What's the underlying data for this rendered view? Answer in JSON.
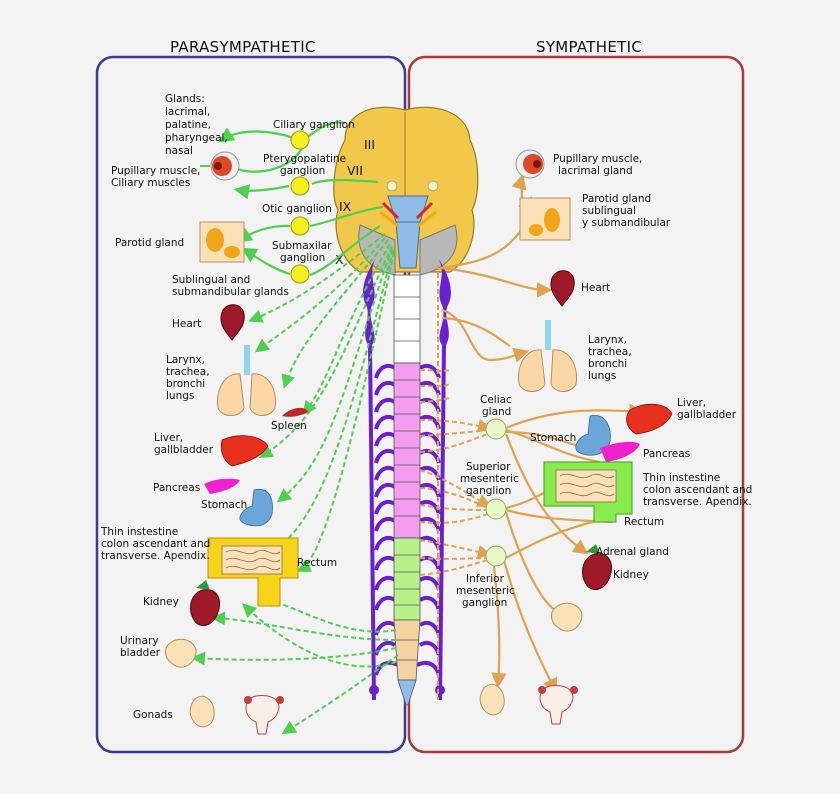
{
  "headers": {
    "parasympathetic": "PARASYMPATHETIC",
    "sympathetic": "SYMPATHETIC"
  },
  "cranial_nerves": [
    "III",
    "VII",
    "IX",
    "X"
  ],
  "parasympathetic": {
    "glands_1": "Glands:",
    "glands_2": "lacrimal,",
    "glands_3": "palatine,",
    "glands_4": "pharyngeal,",
    "glands_5": "nasal",
    "pupillary_1": "Pupillary muscle,",
    "pupillary_2": "Ciliary muscles",
    "parotid": "Parotid gland",
    "sublingual_1": "Sublingual and",
    "sublingual_2": "submandibular glands",
    "heart": "Heart",
    "larynx_1": "Larynx,",
    "larynx_2": "trachea,",
    "larynx_3": "bronchi",
    "larynx_4": "lungs",
    "spleen": "Spleen",
    "liver_1": "Liver,",
    "liver_2": "gallbladder",
    "pancreas": "Pancreas",
    "stomach": "Stomach",
    "intestine_1": "Thin instestine",
    "intestine_2": "colon ascendant and",
    "intestine_3": "transverse. Apendix.",
    "rectum": "Rectum",
    "kidney": "Kidney",
    "bladder_1": "Urinary",
    "bladder_2": "bladder",
    "gonads": "Gonads"
  },
  "ganglia_para": {
    "ciliary": "Ciliary ganglion",
    "ptery_1": "Pterygopalatine",
    "ptery_2": "ganglion",
    "otic": "Otic ganglion",
    "submax_1": "Submaxilar",
    "submax_2": "ganglion"
  },
  "sympathetic": {
    "pupillary_1": "Pupillary muscle,",
    "pupillary_2": "lacrimal gland",
    "parotid_1": "Parotid gland",
    "parotid_2": "sublingual",
    "parotid_3": "y submandibular",
    "heart": "Heart",
    "larynx_1": "Larynx,",
    "larynx_2": "trachea,",
    "larynx_3": "bronchi",
    "larynx_4": "lungs",
    "liver_1": "Liver,",
    "liver_2": "gallbladder",
    "stomach": "Stomach",
    "pancreas": "Pancreas",
    "intestine_1": "Thin instestine",
    "intestine_2": "colon ascendant and",
    "intestine_3": "transverse. Apendix.",
    "rectum": "Rectum",
    "adrenal": "Adrenal gland",
    "kidney": "Kidney"
  },
  "ganglia_symp": {
    "celiac_1": "Celiac",
    "celiac_2": "gland",
    "sup_1": "Superior",
    "sup_2": "mesenteric",
    "sup_3": "ganglion",
    "inf_1": "Inferior",
    "inf_2": "mesenteric",
    "inf_3": "ganglion"
  },
  "colors": {
    "parasympathetic_border": "#3a3a9a",
    "sympathetic_border": "#aa3b3b",
    "parasympathetic_fiber": "#4fcf4f",
    "sympathetic_fiber": "#e0a24f",
    "brain": "#f2c84b",
    "spinal_nerves": "#6a1fd0",
    "thoracic_cord": "#f39cf0",
    "lumbar_cord": "#b8f08a",
    "sacral_cord": "#f5d2a0"
  }
}
